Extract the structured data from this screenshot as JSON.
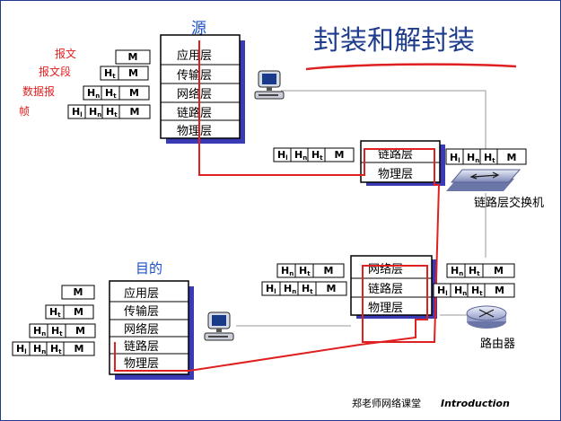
{
  "title": "封装和解封装",
  "source_label": "源",
  "dest_label": "目的",
  "msg_types": [
    "报文",
    "报文段",
    "数据报",
    "帧"
  ],
  "header_units": {
    "message": "M",
    "transport": "H",
    "transport_sub": "t",
    "network": "H",
    "network_sub": "n",
    "link": "H",
    "link_sub": "l"
  },
  "source_stack": [
    "应用层",
    "传输层",
    "网络层",
    "链路层",
    "物理层"
  ],
  "switch_stack": [
    "链路层",
    "物理层"
  ],
  "router_stack": [
    "网络层",
    "链路层",
    "物理层"
  ],
  "dest_stack": [
    "应用层",
    "传输层",
    "网络层",
    "链路层",
    "物理层"
  ],
  "switch_label": "链路层交换机",
  "router_label": "路由器",
  "footer": {
    "author": "郑老师网络课堂",
    "topic": "Introduction"
  },
  "colors": {
    "title": "#1f3c8c",
    "heading": "#1a4fc9",
    "red": "#e02020",
    "stack_shadow": "#3a3ab5",
    "text": "#000000"
  }
}
